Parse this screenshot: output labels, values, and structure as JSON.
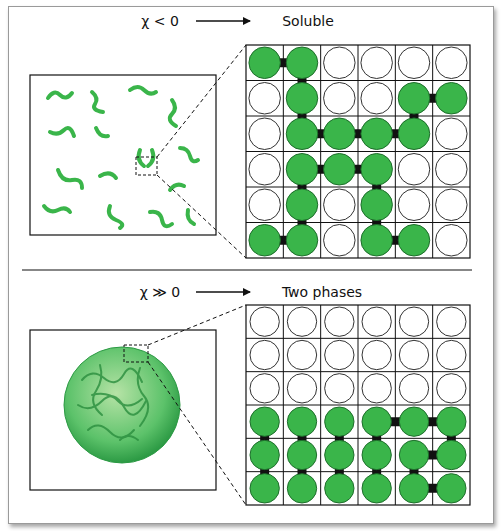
{
  "diagram": {
    "labels": [
      "χ < 0",
      "Soluble",
      "χ ≫ 0",
      "Two phases"
    ]
  }
}
